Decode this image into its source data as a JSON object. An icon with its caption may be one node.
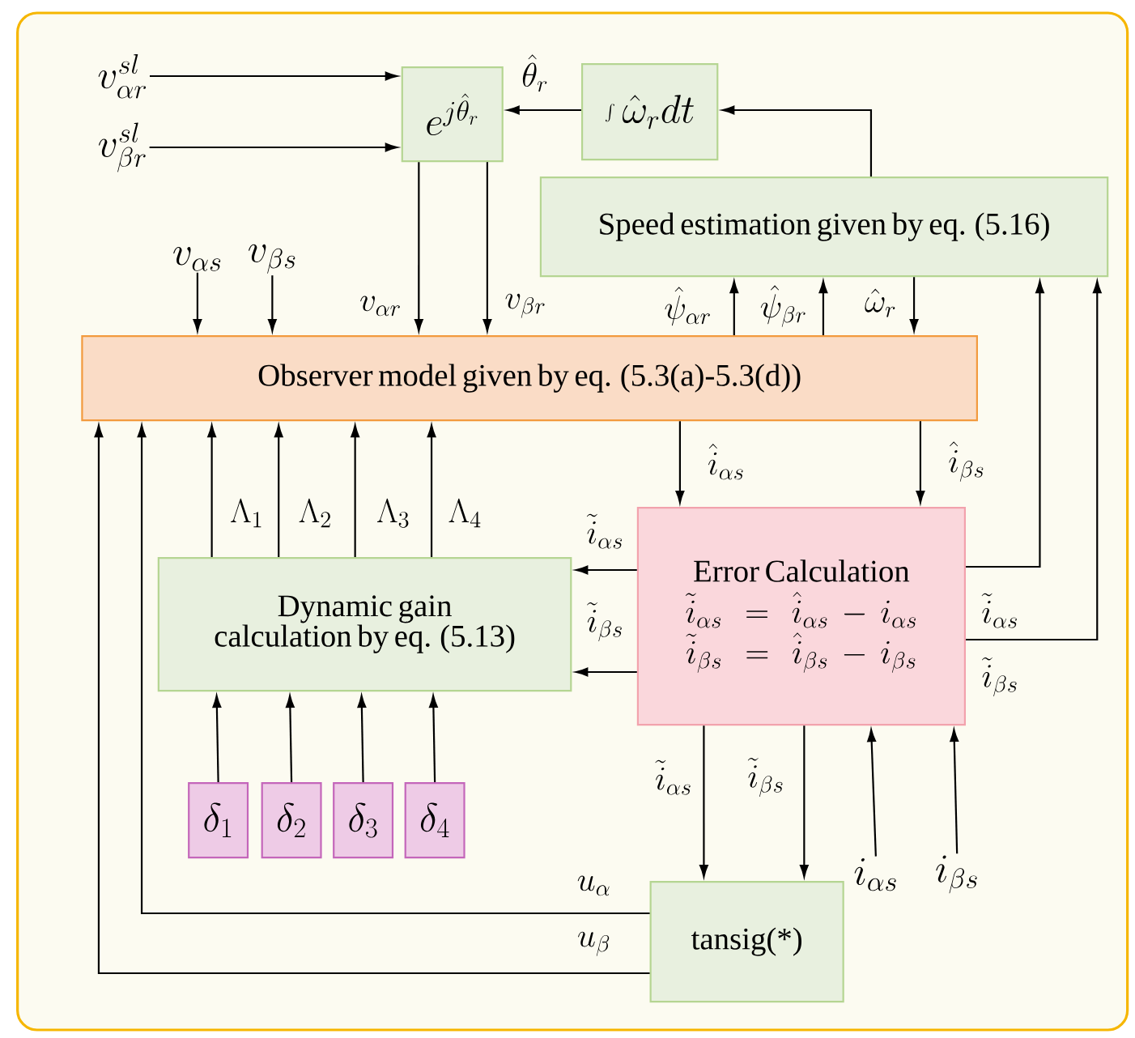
{
  "diagram": {
    "nodes": [
      {
        "text": [
          "e^{j\\hat{\\theta}_r}"
        ]
      },
      {
        "text": [
          "\\int \\hat{\\omega}_r dt"
        ]
      },
      {
        "text": [
          "Speed estimation given by eq. (5.16)"
        ]
      },
      {
        "text": [
          "Observer model given by eq. (5.3(a)-5.3(d))"
        ]
      },
      {
        "text": [
          "Error Calculation",
          "\\tilde{i}_{\\alpha s}=\\hat{i}_{\\alpha s}-i_{\\alpha s}",
          "\\tilde{i}_{\\beta s}=\\hat{i}_{\\beta s}-i_{\\beta s}"
        ]
      },
      {
        "text": [
          "Dynamic gain calculation by eq. (5.13)"
        ]
      },
      {
        "text": [
          "\\delta_1"
        ]
      },
      {
        "text": [
          "\\delta_2"
        ]
      },
      {
        "text": [
          "\\delta_3"
        ]
      },
      {
        "text": [
          "\\delta_4"
        ]
      },
      {
        "text": [
          "tansig(*)"
        ]
      },
      {
        "text": [
          "v_{\\alpha r}^{sl}"
        ]
      },
      {
        "text": [
          "v_{\\beta r}^{sl}"
        ]
      },
      {
        "text": [
          "v_{\\alpha s}"
        ]
      },
      {
        "text": [
          "v_{\\beta s}"
        ]
      },
      {
        "text": [
          "i_{\\alpha s}"
        ]
      },
      {
        "text": [
          "i_{\\beta s}"
        ]
      }
    ],
    "edges": [
      {
        "from": 11,
        "to": 0,
        "arrow": "to"
      },
      {
        "from": 12,
        "to": 0,
        "arrow": "to"
      },
      {
        "from": 1,
        "to": 0,
        "arrow": "to",
        "label": "\\hat{\\theta}_r"
      },
      {
        "from": 2,
        "to": 1,
        "arrow": "to"
      },
      {
        "from": 0,
        "to": 3,
        "arrow": "to",
        "label": "v_{\\alpha r}"
      },
      {
        "from": 0,
        "to": 3,
        "arrow": "to",
        "label": "v_{\\beta r}"
      },
      {
        "from": 13,
        "to": 3,
        "arrow": "to"
      },
      {
        "from": 14,
        "to": 3,
        "arrow": "to"
      },
      {
        "from": 3,
        "to": 2,
        "arrow": "to",
        "label": "\\hat{\\psi}_{\\alpha r}"
      },
      {
        "from": 3,
        "to": 2,
        "arrow": "to",
        "label": "\\hat{\\psi}_{\\beta r}"
      },
      {
        "from": 2,
        "to": 3,
        "arrow": "to",
        "label": "\\hat{\\omega}_r"
      },
      {
        "from": 3,
        "to": 4,
        "arrow": "to",
        "label": "\\hat{i}_{\\alpha s}"
      },
      {
        "from": 3,
        "to": 4,
        "arrow": "to",
        "label": "\\hat{i}_{\\beta s}"
      },
      {
        "from": 4,
        "to": 5,
        "arrow": "to",
        "label": "\\tilde{i}_{\\alpha s}"
      },
      {
        "from": 4,
        "to": 5,
        "arrow": "to",
        "label": "\\tilde{i}_{\\beta s}"
      },
      {
        "from": 4,
        "to": 2,
        "arrow": "to",
        "label": "\\tilde{i}_{\\alpha s}"
      },
      {
        "from": 4,
        "to": 2,
        "arrow": "to",
        "label": "\\tilde{i}_{\\beta s}"
      },
      {
        "from": 5,
        "to": 3,
        "arrow": "to",
        "label": "\\Lambda_1"
      },
      {
        "from": 5,
        "to": 3,
        "arrow": "to",
        "label": "\\Lambda_2"
      },
      {
        "from": 5,
        "to": 3,
        "arrow": "to",
        "label": "\\Lambda_3"
      },
      {
        "from": 5,
        "to": 3,
        "arrow": "to",
        "label": "\\Lambda_4"
      },
      {
        "from": 6,
        "to": 5,
        "arrow": "to"
      },
      {
        "from": 7,
        "to": 5,
        "arrow": "to"
      },
      {
        "from": 8,
        "to": 5,
        "arrow": "to"
      },
      {
        "from": 9,
        "to": 5,
        "arrow": "to"
      },
      {
        "from": 4,
        "to": 10,
        "arrow": "to",
        "label": "\\tilde{i}_{\\alpha s}"
      },
      {
        "from": 4,
        "to": 10,
        "arrow": "to",
        "label": "\\tilde{i}_{\\beta s}"
      },
      {
        "from": 15,
        "to": 4,
        "arrow": "to"
      },
      {
        "from": 16,
        "to": 4,
        "arrow": "to"
      },
      {
        "from": 10,
        "to": 3,
        "arrow": "to",
        "label": "u_{\\alpha}"
      },
      {
        "from": 10,
        "to": 3,
        "arrow": "to",
        "label": "u_{\\beta}"
      }
    ]
  }
}
